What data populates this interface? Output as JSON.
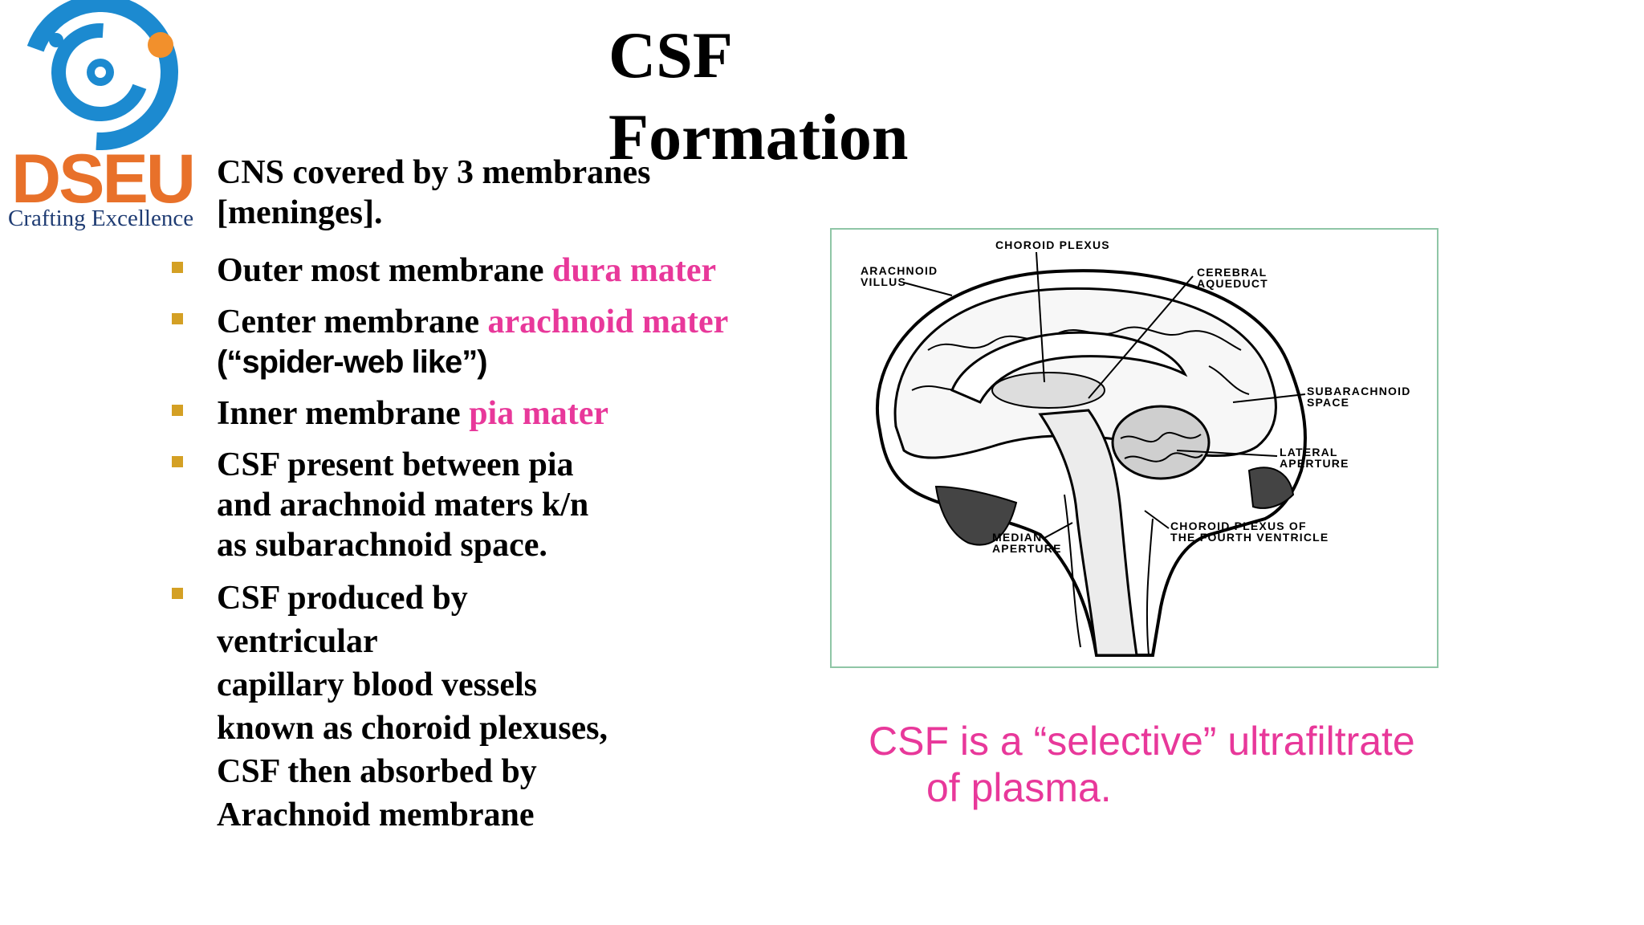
{
  "logo": {
    "name": "DSEU",
    "tagline": "Crafting Excellence",
    "colors": {
      "blue": "#1c8ad0",
      "orange": "#f2902c"
    }
  },
  "title": {
    "line1": "CSF",
    "line2": "Formation"
  },
  "intro": {
    "line1": "CNS covered by 3  membranes",
    "line2": "[meninges]."
  },
  "bullets": [
    {
      "text": "Outer most membrane ",
      "highlight": "dura  mater"
    },
    {
      "text": "Center membrane ",
      "highlight": "arachnoid  mater",
      "extra": "(“spider-web like”)"
    },
    {
      "text": "Inner membrane ",
      "highlight": "pia  mater"
    },
    {
      "lines": [
        "CSF  present between pia",
        "and  arachnoid maters k/n",
        "as subarachnoid space."
      ]
    },
    {
      "lines": [
        "CSF produced by",
        "ventricular",
        "capillary blood vessels",
        "known as choroid plexuses,",
        "CSF then absorbed by",
        "Arachnoid membrane"
      ]
    }
  ],
  "diagram_labels": {
    "choroid_plexus": "CHOROID PLEXUS",
    "arachnoid_villus_1": "ARACHNOID",
    "arachnoid_villus_2": "VILLUS",
    "cerebral_aqueduct_1": "CEREBRAL",
    "cerebral_aqueduct_2": "AQUEDUCT",
    "subarachnoid_space_1": "SUBARACHNOID",
    "subarachnoid_space_2": "SPACE",
    "lateral_aperture_1": "LATERAL",
    "lateral_aperture_2": "APERTURE",
    "choroid_fourth_1": "CHOROID PLEXUS OF",
    "choroid_fourth_2": "THE FOURTH VENTRICLE",
    "median_aperture_1": "MEDIAN",
    "median_aperture_2": "APERTURE"
  },
  "caption": {
    "line1": "CSF is a “selective” ultrafiltrate",
    "line2": "of plasma."
  },
  "colors": {
    "highlight": "#e8389a",
    "bullet": "#d4a024",
    "diagram_border": "#8fc6a6"
  }
}
